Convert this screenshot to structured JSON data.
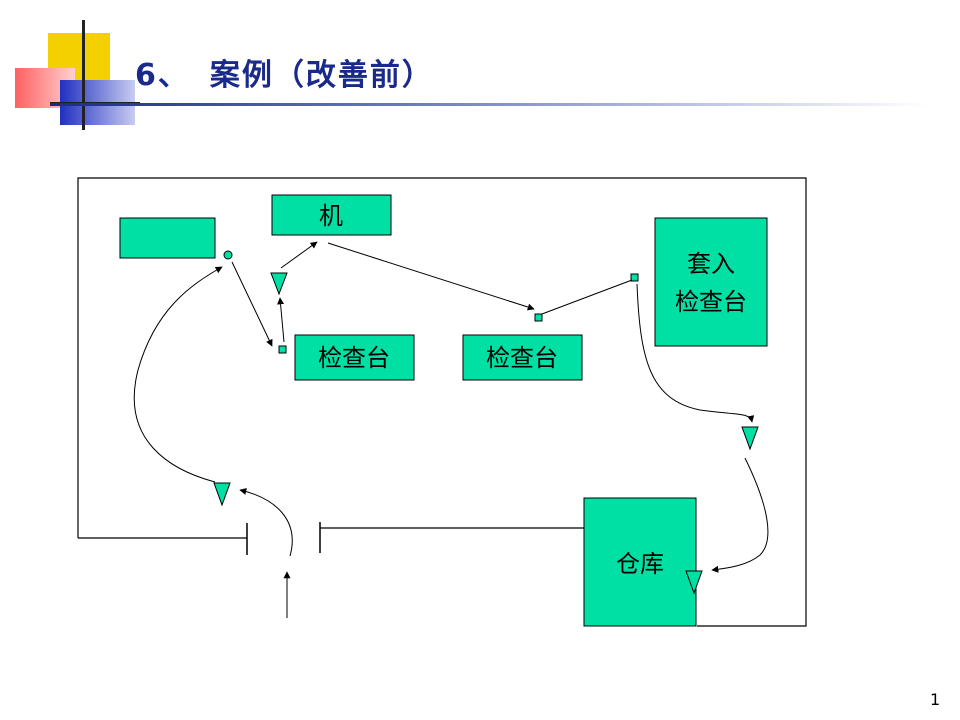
{
  "slide": {
    "title_number": "6、",
    "title_text": "案例（改善前）",
    "page_number": "1"
  },
  "diagram": {
    "nodes": {
      "machine": "机",
      "inspection_1": "检查台",
      "inspection_2": "检查台",
      "insert_inspection_line1": "套入",
      "insert_inspection_line2": "检查台",
      "warehouse": "仓库"
    },
    "colors": {
      "box_fill": "#00e0a4",
      "title": "#1a2a8a",
      "decor_yellow": "#f5d000",
      "decor_red": "#f04040",
      "decor_blue": "#2030c0"
    }
  }
}
